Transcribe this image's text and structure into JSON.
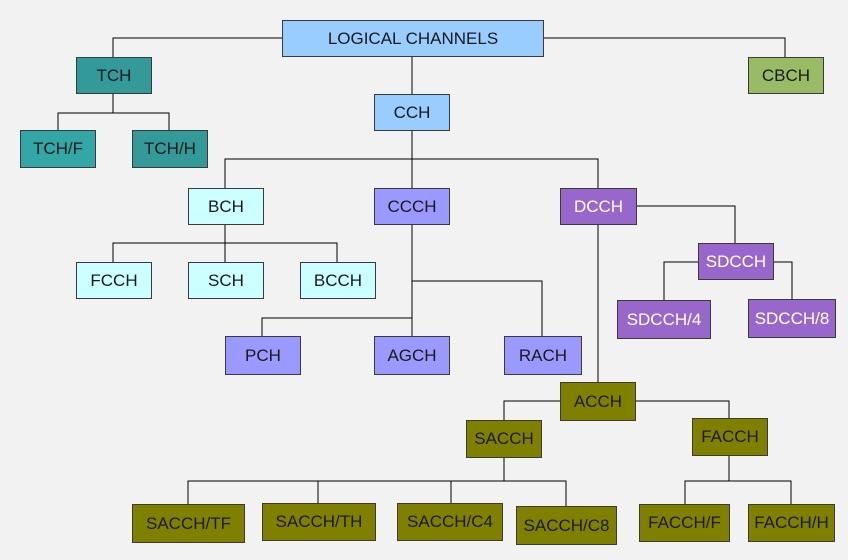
{
  "title": "LOGICAL CHANNELS",
  "colors": {
    "root": "#99ccff",
    "traffic": "#33a6a6",
    "cch": "#99ccff",
    "cbch": "#99bb66",
    "bcch_group": "#ccffff",
    "ccch_group": "#9999ff",
    "dcch_group": "#9966cc",
    "acch_group": "#808000",
    "line": "#000000"
  },
  "nodes": {
    "root": "LOGICAL CHANNELS",
    "tch": "TCH",
    "tch_f": "TCH/F",
    "tch_h": "TCH/H",
    "cch": "CCH",
    "cbch": "CBCH",
    "bch": "BCH",
    "ccch": "CCCH",
    "dcch": "DCCH",
    "fcch": "FCCH",
    "sch": "SCH",
    "bcch": "BCCH",
    "sdcch": "SDCCH",
    "sdcch_4": "SDCCH/4",
    "sdcch_8": "SDCCH/8",
    "pch": "PCH",
    "agch": "AGCH",
    "rach": "RACH",
    "acch": "ACCH",
    "sacch": "SACCH",
    "facch": "FACCH",
    "sacch_tf": "SACCH/TF",
    "sacch_th": "SACCH/TH",
    "sacch_c4": "SACCH/C4",
    "sacch_c8": "SACCH/C8",
    "facch_f": "FACCH/F",
    "facch_h": "FACCH/H"
  }
}
